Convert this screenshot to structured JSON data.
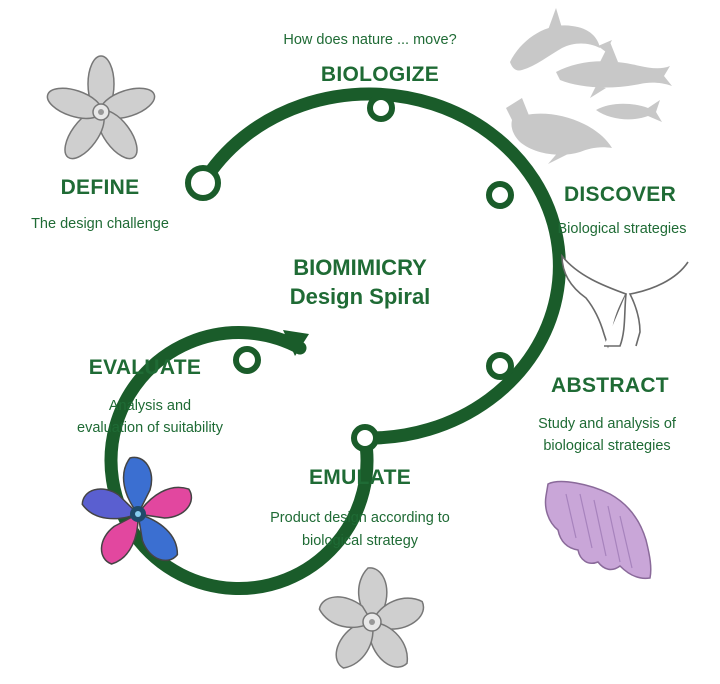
{
  "colors": {
    "spiral": "#1a5c2a",
    "text": "#1f6b35",
    "animal": "#c8c8c8",
    "propeller": "#cfcfcf",
    "fin_outline": "#6a6a6a",
    "scale": "#c9a6d8",
    "rotor_blue": "#3b6fd1",
    "rotor_pink": "#e2479f"
  },
  "top_question": "How does nature ... move?",
  "center_title_line1": "BIOMIMICRY",
  "center_title_line2": "Design Spiral",
  "stages": {
    "biologize": {
      "title": "BIOLOGIZE"
    },
    "define": {
      "title": "DEFINE",
      "desc": "The design challenge"
    },
    "discover": {
      "title": "DISCOVER",
      "desc": "Biological strategies"
    },
    "abstract": {
      "title": "ABSTRACT",
      "desc_line1": "Study and analysis of",
      "desc_line2": "biological strategies"
    },
    "emulate": {
      "title": "EMULATE",
      "desc_line1": "Product design according to",
      "desc_line2": "biological strategy"
    },
    "evaluate": {
      "title": "EVALUATE",
      "desc_line1": "Analysis and",
      "desc_line2": "evaluation of suitability"
    }
  }
}
